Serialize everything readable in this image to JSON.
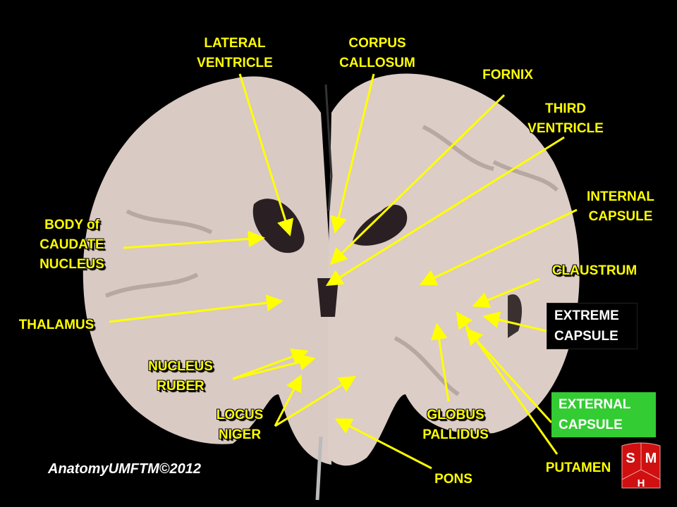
{
  "labels": {
    "lateral_ventricle": [
      "LATERAL",
      "VENTRICLE"
    ],
    "corpus_callosum": [
      "CORPUS",
      "CALLOSUM"
    ],
    "fornix": [
      "FORNIX"
    ],
    "third_ventricle": [
      "THIRD",
      "VENTRICLE"
    ],
    "internal_capsule": [
      "INTERNAL",
      "CAPSULE"
    ],
    "claustrum": [
      "CLAUSTRUM"
    ],
    "extreme_capsule": [
      "EXTREME",
      "CAPSULE"
    ],
    "external_capsule": [
      "EXTERNAL",
      "CAPSULE"
    ],
    "putamen": [
      "PUTAMEN"
    ],
    "globus_pallidus": [
      "GLOBUS",
      "PALLIDUS"
    ],
    "pons": [
      "PONS"
    ],
    "locus_niger": [
      "LOCUS",
      "NIGER"
    ],
    "nucleus_ruber": [
      "NUCLEUS",
      "RUBER"
    ],
    "thalamus": [
      "THALAMUS"
    ],
    "body_of_caudate_nucleus": [
      "BODY of",
      "CAUDATE",
      "NUCLEUS"
    ]
  },
  "credit": "AnatomyUMFTM©2012",
  "logo": {
    "letters": [
      "S",
      "M",
      "H"
    ]
  },
  "colors": {
    "label": "#ffff00",
    "extreme_box": "#000000",
    "external_box": "#33cc33",
    "brain": "#d9cac4",
    "logo": "#d01010"
  }
}
